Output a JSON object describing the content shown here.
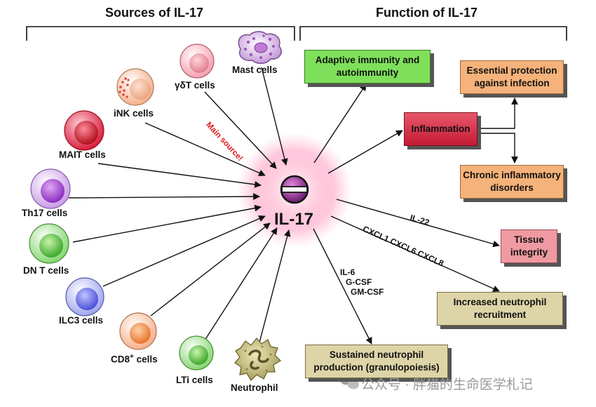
{
  "titles": {
    "sources": "Sources of IL-17",
    "function": "Function of IL-17"
  },
  "center": {
    "label": "IL-17"
  },
  "sources": {
    "mast": "Mast cells",
    "gdt": "γδT cells",
    "inkt": "iNK cells",
    "mait": "MAIT cells",
    "th17": "Th17 cells",
    "dnt": "DN T cells",
    "ilc3": "ILC3 cells",
    "cd8": "CD8",
    "cd8_sup": "+",
    "cd8_suffix": " cells",
    "lti": "LTi cells",
    "neutrophil": "Neutrophil",
    "main_source_note": "Main source!"
  },
  "functions": {
    "adaptive_line1": "Adaptive immunity and",
    "adaptive_line2": "autoimmunity",
    "inflammation": "Inflammation",
    "essential_line1": "Essential protection",
    "essential_line2": "against infection",
    "chronic_line1": "Chronic inflammatory",
    "chronic_line2": "disorders",
    "tissue_line1": "Tissue",
    "tissue_line2": "integrity",
    "neut_recruit_line1": "Increased neutrophil",
    "neut_recruit_line2": "recruitment",
    "granulo_line1": "Sustained neutrophil",
    "granulo_line2": "production (granulopoiesis)"
  },
  "arrow_labels": {
    "il22": "IL-22",
    "cxcl": "CXCL1 CXCL6 CXCL8",
    "il6": "IL-6",
    "gcsf": "G-CSF",
    "gmcsf": "GM-CSF"
  },
  "watermark": "公众号 · 胖猫的生命医学札记",
  "colors": {
    "adaptive": "#7ee05a",
    "inflammation": "#d62a40",
    "peach": "#f5b27a",
    "tissue": "#ef9aa2",
    "tan": "#ddd4a8",
    "center_glow": "#ff7aa8",
    "center_core": "#8a2a8a"
  }
}
